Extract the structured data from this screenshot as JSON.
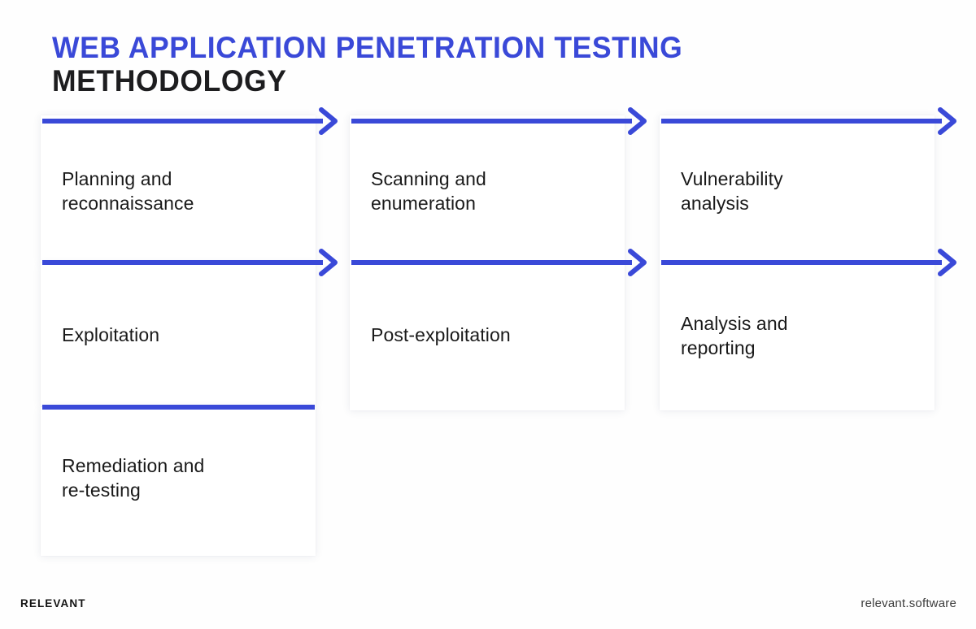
{
  "slide": {
    "title_line1": "WEB APPLICATION PENETRATION TESTING",
    "title_line2": "METHODOLOGY",
    "accent_color": "#3a49d8",
    "title_color_primary": "#3a49d8",
    "title_color_secondary": "#1d1d1f",
    "background_color": "#fefefe"
  },
  "steps": [
    {
      "index": 1,
      "label": "Planning and\nreconnaissance",
      "column": 1,
      "row": 1,
      "has_arrow": true
    },
    {
      "index": 2,
      "label": "Scanning and\nenumeration",
      "column": 2,
      "row": 1,
      "has_arrow": true
    },
    {
      "index": 3,
      "label": "Vulnerability\nanalysis",
      "column": 3,
      "row": 1,
      "has_arrow": true
    },
    {
      "index": 4,
      "label": "Exploitation",
      "column": 1,
      "row": 2,
      "has_arrow": true
    },
    {
      "index": 5,
      "label": "Post-exploitation",
      "column": 2,
      "row": 2,
      "has_arrow": true
    },
    {
      "index": 6,
      "label": "Analysis and\nreporting",
      "column": 3,
      "row": 2,
      "has_arrow": true
    },
    {
      "index": 7,
      "label": "Remediation and\nre-testing",
      "column": 1,
      "row": 3,
      "has_arrow": false
    }
  ],
  "footer": {
    "brand": "RELEVANT",
    "website": "relevant.software"
  }
}
